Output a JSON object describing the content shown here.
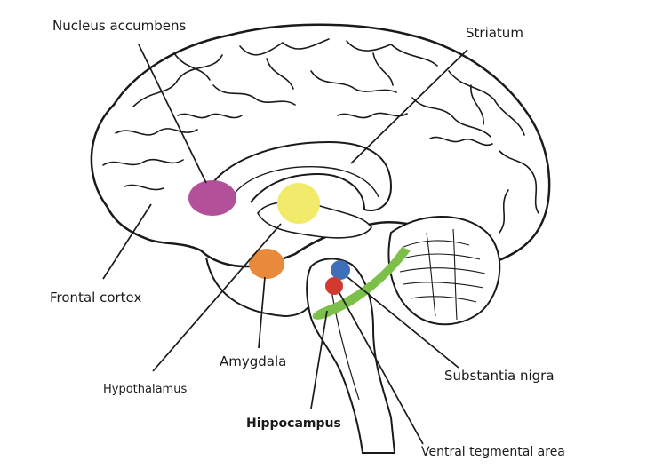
{
  "labels": {
    "nucleus_accumbens": "Nucleus accumbens",
    "striatum": "Striatum",
    "frontal_cortex": "Frontal cortex",
    "amygdala": "Amygdala",
    "hypothalamus": "Hypothalamus",
    "substantia_nigra": "Substantia nigra",
    "hippocampus": "Hippocampus",
    "ventral_tegmental_area": "Ventral tegmental area"
  },
  "colors": {
    "nucleus_accumbens": "#b2509a",
    "striatum": "#f2ea6a",
    "amygdala": "#e98a3a",
    "substantia_nigra": "#3f6fb8",
    "ventral_tegmental_area": "#d23a30",
    "hippocampus": "#7cc04a",
    "outline": "#1a1a1a"
  }
}
